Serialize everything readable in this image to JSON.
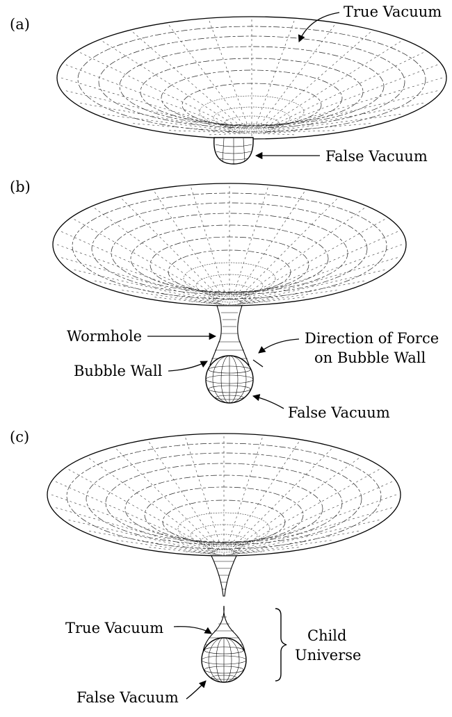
{
  "panels": [
    {
      "id": "a",
      "label": "(a)",
      "annotations": {
        "true_vacuum": "True Vacuum",
        "false_vacuum": "False Vacuum"
      }
    },
    {
      "id": "b",
      "label": "(b)",
      "annotations": {
        "wormhole": "Wormhole",
        "bubble_wall": "Bubble Wall",
        "force_line1": "Direction of Force",
        "force_line2": "on Bubble Wall",
        "false_vacuum": "False Vacuum"
      }
    },
    {
      "id": "c",
      "label": "(c)",
      "annotations": {
        "true_vacuum": "True Vacuum",
        "false_vacuum": "False Vacuum",
        "child_line1": "Child",
        "child_line2": "Universe"
      }
    }
  ],
  "colors": {
    "ink": "#000000",
    "background": "#ffffff"
  }
}
